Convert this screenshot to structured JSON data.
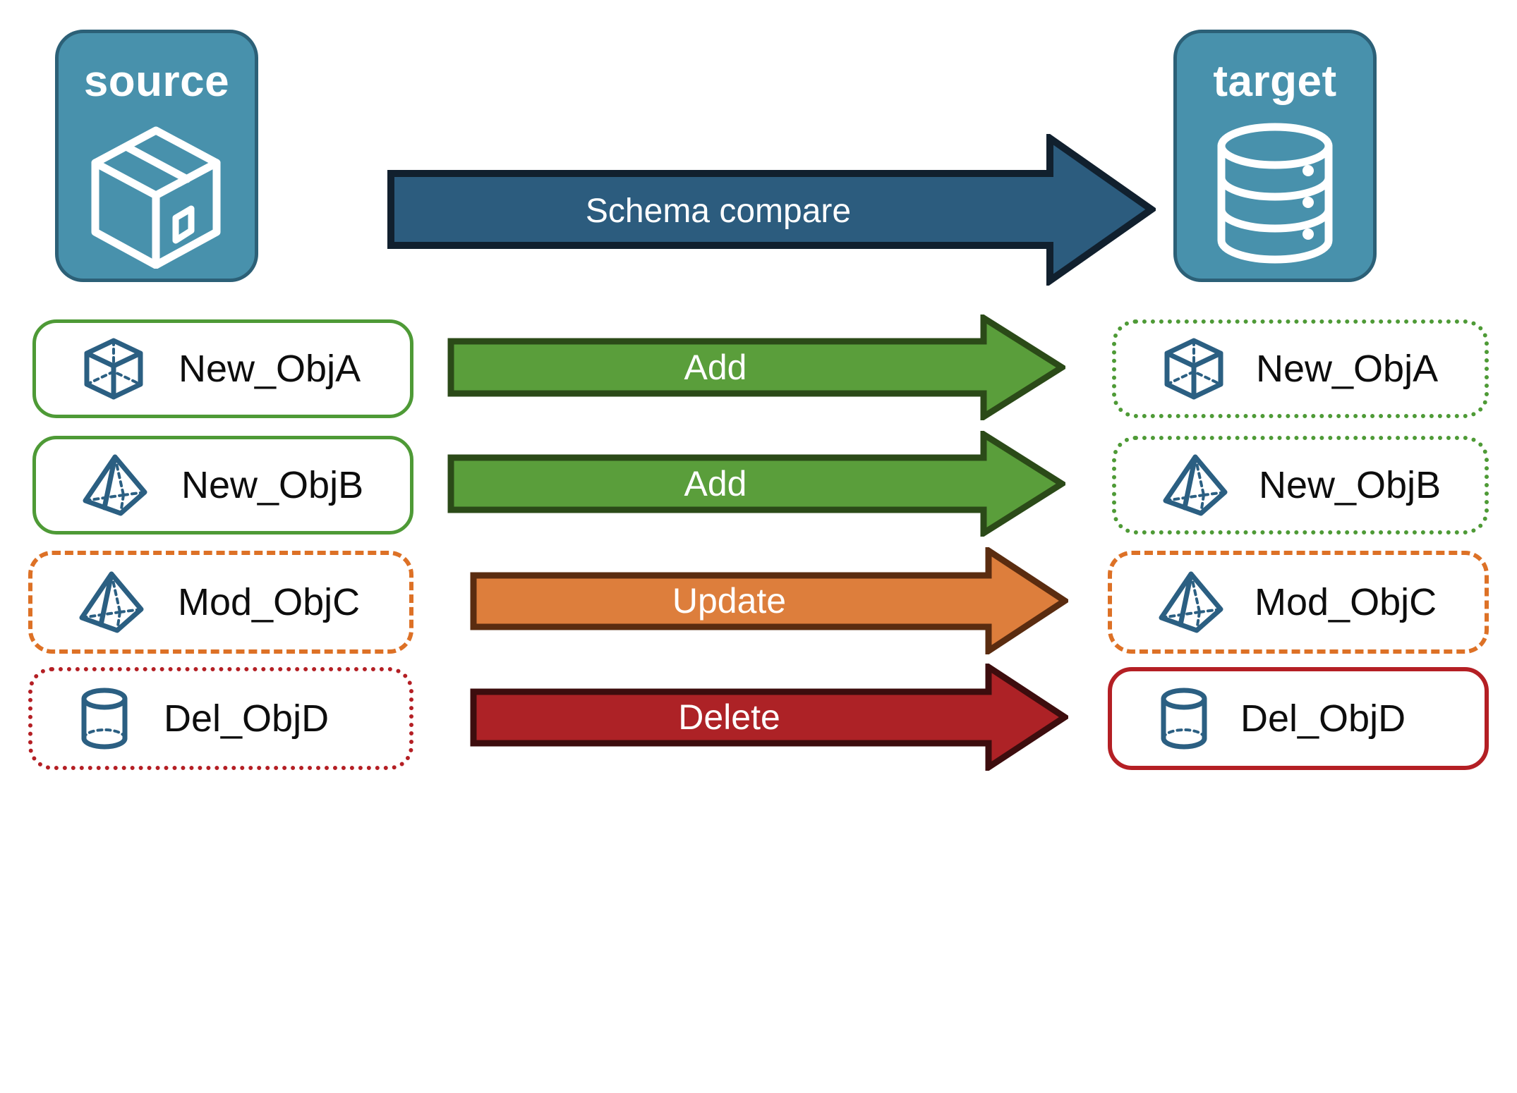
{
  "endpoints": {
    "source": {
      "title": "source",
      "icon": "box-icon",
      "fill": "#4891ac",
      "stroke": "#2c6077"
    },
    "target": {
      "title": "target",
      "icon": "database-cylinder-icon",
      "fill": "#4891ac",
      "stroke": "#2c6077"
    }
  },
  "compare_arrow": {
    "label": "Schema compare",
    "fill": "#2c5c7e",
    "stroke": "#11202e",
    "icon": "right-arrow-icon"
  },
  "rows": [
    {
      "action": "Add",
      "arrow_fill": "#5a9e3b",
      "arrow_stroke": "#2b4a18",
      "source": {
        "label": "New_ObjA",
        "icon": "cube-wireframe-icon",
        "border_style": "solid",
        "border_color": "#4e9a36"
      },
      "target": {
        "label": "New_ObjA",
        "icon": "cube-wireframe-icon",
        "border_style": "dotted",
        "border_color": "#4e9a36"
      }
    },
    {
      "action": "Add",
      "arrow_fill": "#5a9e3b",
      "arrow_stroke": "#2b4a18",
      "source": {
        "label": "New_ObjB",
        "icon": "pyramid-wireframe-icon",
        "border_style": "solid",
        "border_color": "#4e9a36"
      },
      "target": {
        "label": "New_ObjB",
        "icon": "pyramid-wireframe-icon",
        "border_style": "dotted",
        "border_color": "#4e9a36"
      }
    },
    {
      "action": "Update",
      "arrow_fill": "#dd7e3c",
      "arrow_stroke": "#5a2c10",
      "source": {
        "label": "Mod_ObjC",
        "icon": "pyramid-wireframe-icon",
        "border_style": "dashed",
        "border_color": "#dd7126"
      },
      "target": {
        "label": "Mod_ObjC",
        "icon": "pyramid-wireframe-icon",
        "border_style": "dashed",
        "border_color": "#dd7126"
      }
    },
    {
      "action": "Delete",
      "arrow_fill": "#ad2226",
      "arrow_stroke": "#3d0d0e",
      "source": {
        "label": "Del_ObjD",
        "icon": "cylinder-wireframe-icon",
        "border_style": "dotted",
        "border_color": "#b41f24"
      },
      "target": {
        "label": "Del_ObjD",
        "icon": "cylinder-wireframe-icon",
        "border_style": "solid",
        "border_color": "#b41f24"
      }
    }
  ],
  "palette": {
    "object_icon_stroke": "#2b5f82",
    "page_background": "#ffffff"
  }
}
